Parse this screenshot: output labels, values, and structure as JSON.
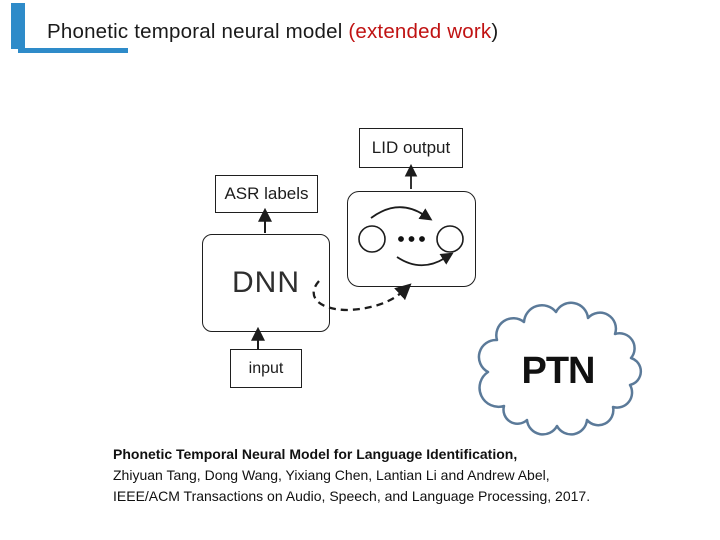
{
  "slide": {
    "background_color": "#ffffff",
    "accent_bar_color": "#2e8bc9",
    "title": {
      "part_black": "Phonetic temporal neural model ",
      "part_red": "(extended work",
      "part_close": ")",
      "red_color": "#c01212",
      "text_color": "#1a1a1a"
    },
    "diagram": {
      "lid_output_label": "LID output",
      "asr_labels_label": "ASR labels",
      "dnn_label": "DNN",
      "input_label": "input",
      "cloud_label": "PTN",
      "cloud_outline_color": "#5b7a99",
      "connector_color": "#1c1c1c"
    },
    "citation": {
      "line1": "Phonetic Temporal Neural Model for Language Identification,",
      "line2": "Zhiyuan Tang, Dong Wang, Yixiang Chen, Lantian Li and Andrew Abel,",
      "line3": "IEEE/ACM Transactions on Audio, Speech, and Language Processing, 2017."
    }
  }
}
